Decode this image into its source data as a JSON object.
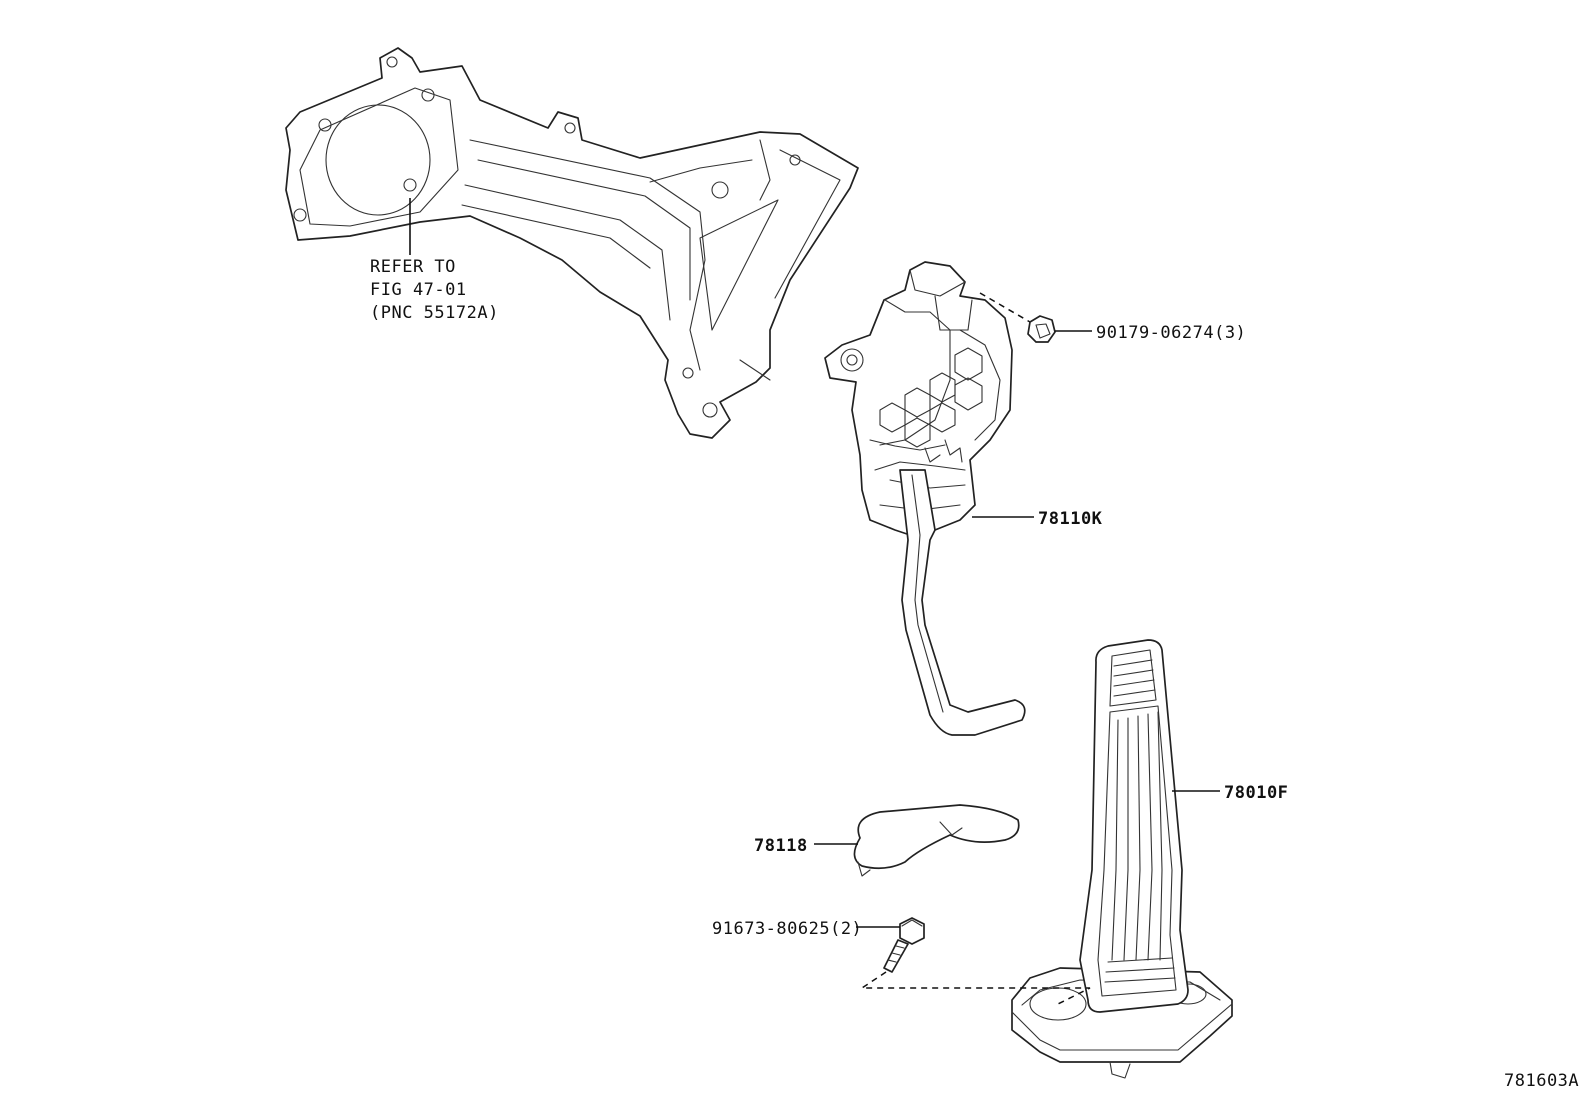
{
  "diagram": {
    "figure_code": "781603A",
    "callouts": [
      {
        "id": "refer",
        "lines": [
          "REFER TO",
          "FIG 47-01",
          "(PNC 55172A)"
        ]
      },
      {
        "id": "nut",
        "text": "90179-06274(3)"
      },
      {
        "id": "sensor",
        "text": "78110K"
      },
      {
        "id": "pedal",
        "text": "78010F"
      },
      {
        "id": "cover",
        "text": "78118"
      },
      {
        "id": "bolt",
        "text": "91673-80625(2)"
      }
    ]
  }
}
